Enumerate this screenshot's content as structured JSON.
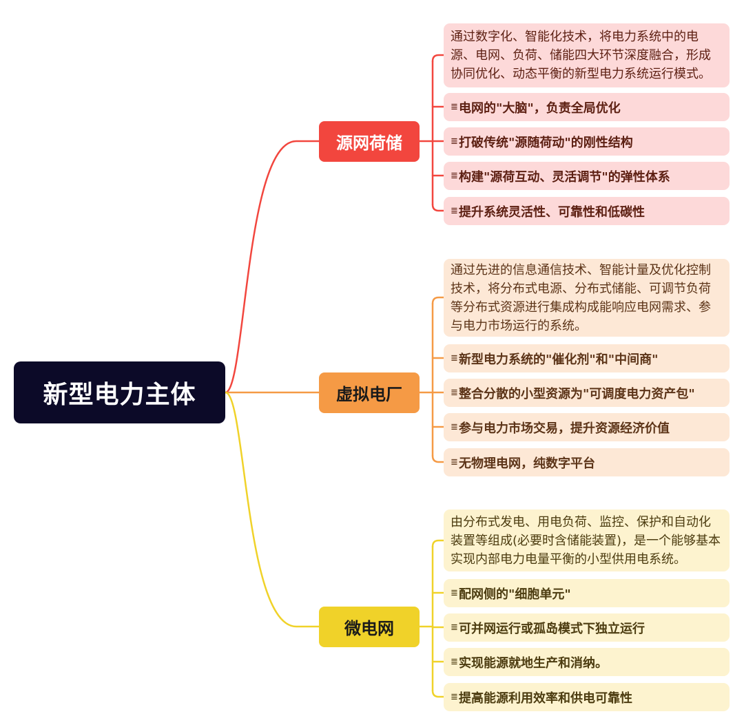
{
  "root": {
    "label": "新型电力主体"
  },
  "branches": [
    {
      "label": "源网荷储",
      "color": "#f2463e",
      "text_color": "#ffffff",
      "leaf_bg": "#fdd9d9",
      "leaf_text": "#5c1f12",
      "description": "通过数字化、智能化技术，将电力系统中的电源、电网、负荷、储能四大环节深度融合，形成协同优化、动态平衡的新型电力系统运行模式。",
      "items": [
        "电网的\"大脑\"，负责全局优化",
        "打破传统\"源随荷动\"的刚性结构",
        "构建\"源荷互动、灵活调节\"的弹性体系",
        "提升系统灵活性、可靠性和低碳性"
      ]
    },
    {
      "label": "虚拟电厂",
      "color": "#f59a45",
      "text_color": "#1a1a1a",
      "leaf_bg": "#fde8d6",
      "leaf_text": "#5c3418",
      "description": "通过先进的信息通信技术、智能计量及优化控制技术，将分布式电源、分布式储能、可调节负荷等分布式资源进行集成构成能响应电网需求、参与电力市场运行的系统。",
      "items": [
        "新型电力系统的\"催化剂\"和\"中间商\"",
        "整合分散的小型资源为\"可调度电力资产包\"",
        "参与电力市场交易，提升资源经济价值",
        "无物理电网，纯数字平台"
      ]
    },
    {
      "label": "微电网",
      "color": "#f0d229",
      "text_color": "#1a1a1a",
      "leaf_bg": "#fdf3cf",
      "leaf_text": "#4c3c10",
      "description": "由分布式发电、用电负荷、监控、保护和自动化装置等组成(必要时含储能装置)，是一个能够基本实现内部电力电量平衡的小型供用电系统。",
      "items": [
        "配网侧的\"细胞单元\"",
        "可并网运行或孤岛模式下独立运行",
        "实现能源就地生产和消纳。",
        "提高能源利用效率和供电可靠性"
      ]
    }
  ],
  "note_icon": "≣"
}
